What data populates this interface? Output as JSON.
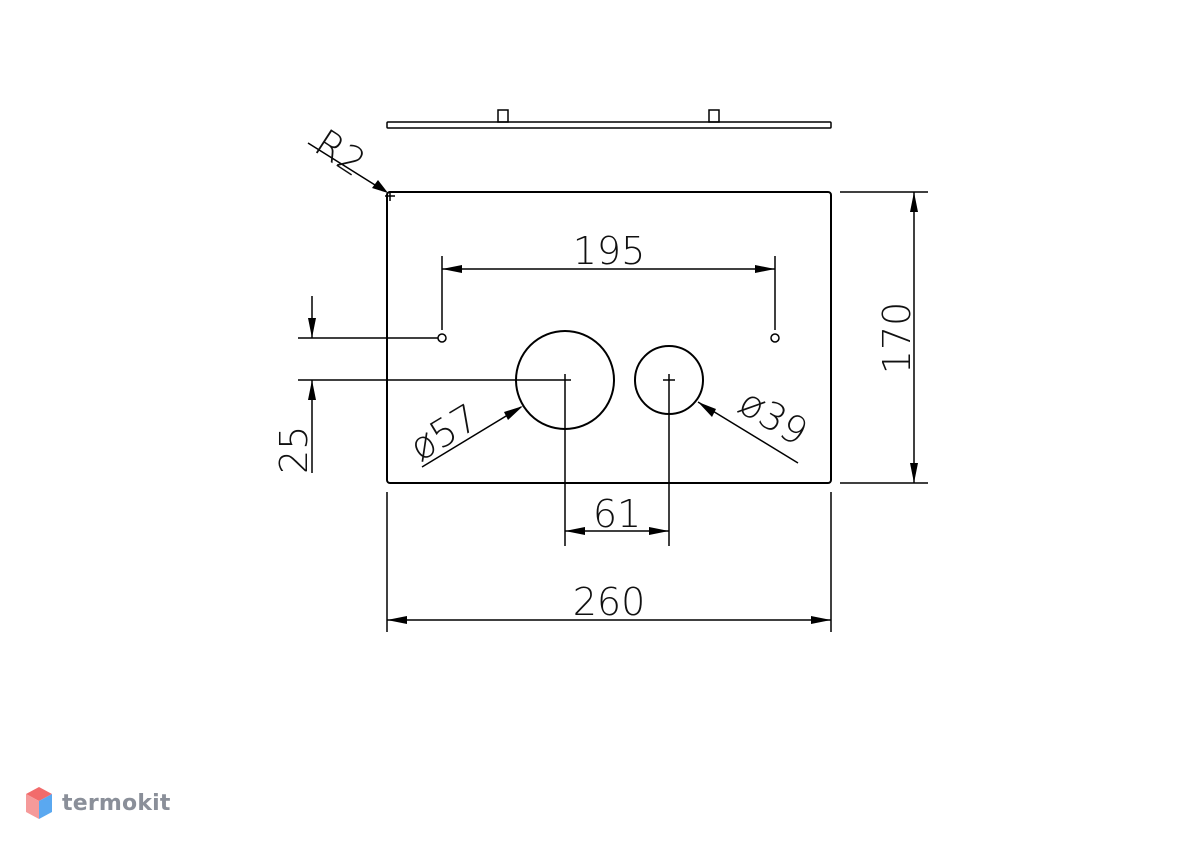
{
  "dimensions": {
    "radius": "R2",
    "hole_spacing": "195",
    "height": "170",
    "offset": "25",
    "large_diameter": "ø57",
    "small_diameter": "ø39",
    "center_distance": "61",
    "width": "260"
  },
  "logo": {
    "name": "termokit",
    "colors": {
      "red": "#f26b6b",
      "blue": "#5aa8f0",
      "text": "#8a8f99"
    }
  }
}
